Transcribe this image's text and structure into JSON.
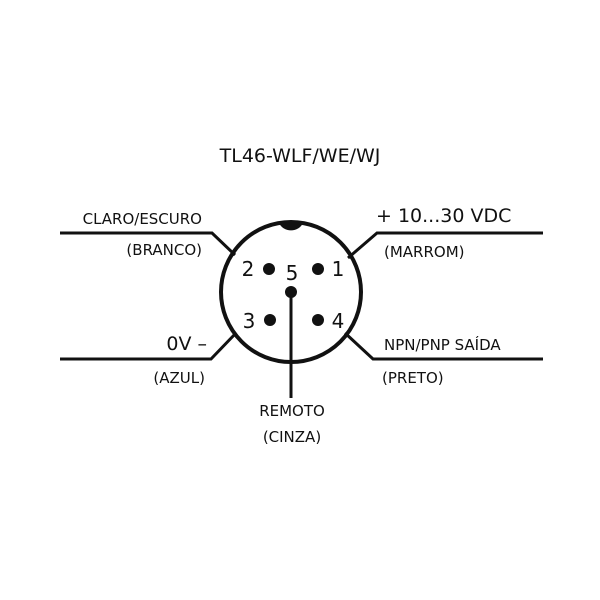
{
  "title": "TL46-WLF/WE/WJ",
  "wires": {
    "white": {
      "function": "CLARO/ESCURO",
      "color": "(BRANCO)"
    },
    "brown": {
      "function": "+ 10...30 VDC",
      "color": "(MARROM)"
    },
    "blue": {
      "function": "0V –",
      "color": "(AZUL)"
    },
    "black": {
      "function": "NPN/PNP SAÍDA",
      "color": "(PRETO)"
    },
    "gray": {
      "function": "REMOTO",
      "color": "(CINZA)"
    }
  },
  "pins": {
    "p1": "1",
    "p2": "2",
    "p3": "3",
    "p4": "4",
    "p5": "5"
  }
}
